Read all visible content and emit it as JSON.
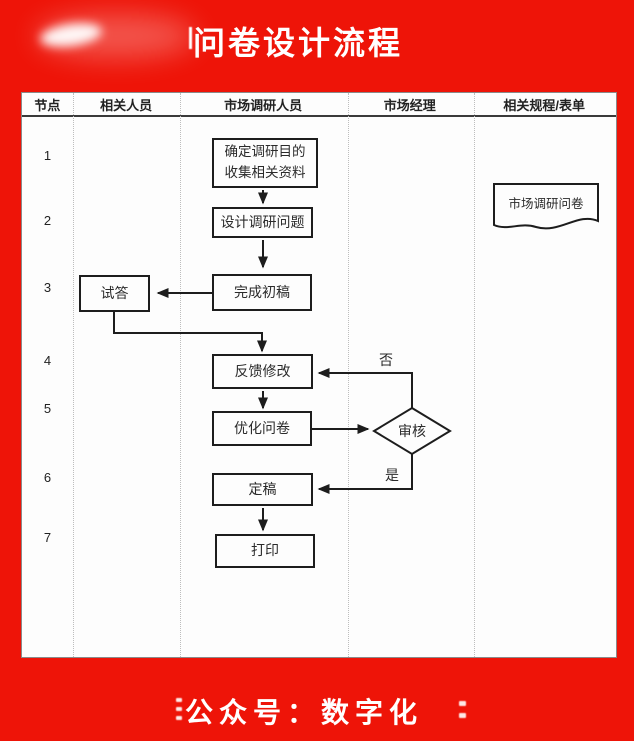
{
  "page": {
    "title": "问卷设计流程",
    "footer": "公众号：数字化"
  },
  "colors": {
    "background_red": "#ee1408",
    "flow_line": "#1d1d1d",
    "table_bg": "#fdfdfd",
    "header_rule": "#3a3a3a",
    "lane_separator": "#bdbdbd",
    "title_text": "#ffffff"
  },
  "table": {
    "headers": [
      "节点",
      "相关人员",
      "市场调研人员",
      "市场经理",
      "相关规程/表单"
    ],
    "node_numbers": [
      "1",
      "2",
      "3",
      "4",
      "5",
      "6",
      "7"
    ]
  },
  "flowchart": {
    "steps": {
      "step1_line1": "确定调研目的",
      "step1_line2": "收集相关资料",
      "step2": "设计调研问题",
      "step3": "完成初稿",
      "side3": "试答",
      "step4": "反馈修改",
      "step5": "优化问卷",
      "decision": "审核",
      "step6": "定稿",
      "step7": "打印"
    },
    "branch_labels": {
      "no": "否",
      "yes": "是"
    },
    "document": "市场调研问卷"
  }
}
